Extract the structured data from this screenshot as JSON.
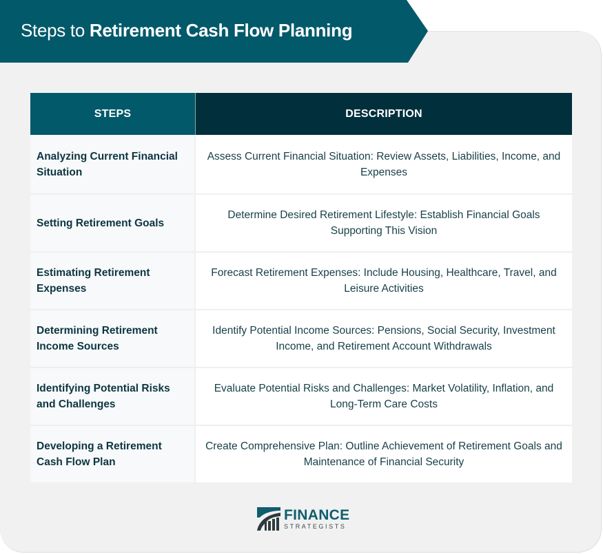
{
  "banner": {
    "title_light": "Steps to ",
    "title_bold": "Retirement Cash Flow Planning"
  },
  "table": {
    "headers": {
      "steps": "STEPS",
      "description": "DESCRIPTION"
    },
    "rows": [
      {
        "step": "Analyzing Current Financial Situation",
        "description": "Assess Current Financial Situation: Review Assets, Liabilities, Income, and Expenses"
      },
      {
        "step": "Setting Retirement Goals",
        "description": "Determine Desired Retirement Lifestyle: Establish Financial Goals Supporting This Vision"
      },
      {
        "step": "Estimating Retirement Expenses",
        "description": "Forecast Retirement Expenses: Include Housing, Healthcare, Travel, and Leisure Activities"
      },
      {
        "step": "Determining Retirement Income Sources",
        "description": "Identify Potential Income Sources: Pensions, Social Security, Investment Income, and Retirement Account Withdrawals"
      },
      {
        "step": "Identifying Potential Risks and Challenges",
        "description": "Evaluate Potential Risks and Challenges: Market Volatility, Inflation, and Long-Term Care Costs"
      },
      {
        "step": "Developing a Retirement Cash Flow Plan",
        "description": "Create Comprehensive Plan: Outline Achievement of Retirement Goals and Maintenance of Financial Security"
      }
    ]
  },
  "logo": {
    "icon": "finance-strategists-logo-icon",
    "main": "FINANCE",
    "sub": "STRATEGISTS"
  },
  "colors": {
    "banner": "#02596a",
    "header_steps": "#02596a",
    "header_description": "#01303c",
    "card_background": "#f1f1f1",
    "step_cell": "#f7f9fa",
    "description_cell": "#ffffff",
    "text_dark": "#0d3540"
  }
}
